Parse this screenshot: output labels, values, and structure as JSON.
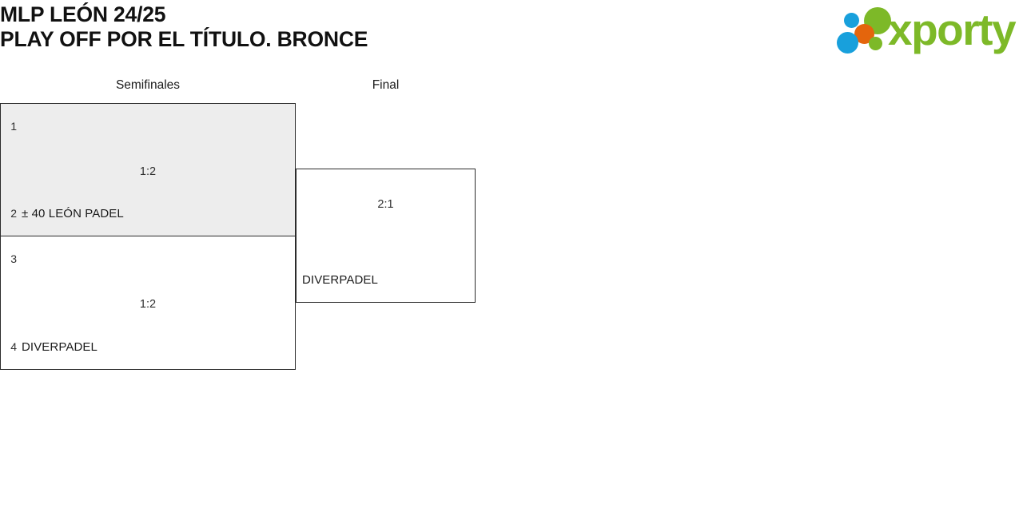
{
  "header": {
    "title_line1": "MLP LEÓN 24/25",
    "title_line2": "PLAY OFF POR EL TÍTULO. BRONCE",
    "logo_word": "xporty",
    "logo_colors": {
      "green": "#7DB928",
      "blue": "#18A0DC",
      "orange": "#E4650C"
    }
  },
  "bracket": {
    "rounds": [
      {
        "label": "Semifinales"
      },
      {
        "label": "Final"
      }
    ],
    "matches": [
      {
        "id": "sf1",
        "round": "Semifinales",
        "shaded": true,
        "score": "1:2",
        "top": {
          "seed": "1",
          "team": ""
        },
        "bottom": {
          "seed": "2",
          "team": "± 40 LEÓN PADEL"
        }
      },
      {
        "id": "sf2",
        "round": "Semifinales",
        "shaded": false,
        "score": "1:2",
        "top": {
          "seed": "3",
          "team": ""
        },
        "bottom": {
          "seed": "4",
          "team": "DIVERPADEL"
        }
      },
      {
        "id": "final",
        "round": "Final",
        "shaded": false,
        "score": "2:1",
        "top": {
          "seed": "",
          "team": ""
        },
        "bottom": {
          "seed": "",
          "team": "DIVERPADEL"
        }
      }
    ]
  }
}
